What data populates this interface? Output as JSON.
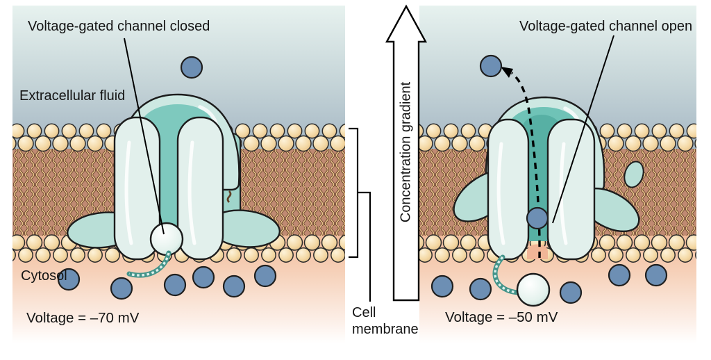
{
  "left_panel": {
    "callout": "Voltage-gated channel closed",
    "extracellular_label": "Extracellular fluid",
    "cytosol_label": "Cytosol",
    "voltage_label": "Voltage = –70 mV",
    "channel_state": "closed"
  },
  "right_panel": {
    "callout": "Voltage-gated channel open",
    "voltage_label": "Voltage = –50 mV",
    "channel_state": "open"
  },
  "center": {
    "arrow_label": "Concentration gradient",
    "membrane_label": "Cell membrane"
  },
  "ion_counts": {
    "left_extracellular": 1,
    "left_cytosol": 6,
    "right_extracellular": 1,
    "right_pore": 1,
    "right_cytosol": 5
  },
  "colors": {
    "ion": "#6d8fb4",
    "lipid_head": "#f2d7a3",
    "lipid_tail": "#eac28c",
    "membrane_core": "#c08a72",
    "channel_body": "#cde8e2",
    "channel_pore_closed": "#7ec9be",
    "channel_pore_open": "#57b0a4",
    "gate_ball": "#e2f1ec",
    "extracellular_top": "#e7f2ef",
    "extracellular_bottom": "#a4b6c3",
    "cytosol_top": "#f2bc9b",
    "outline": "#1c1c1c"
  }
}
